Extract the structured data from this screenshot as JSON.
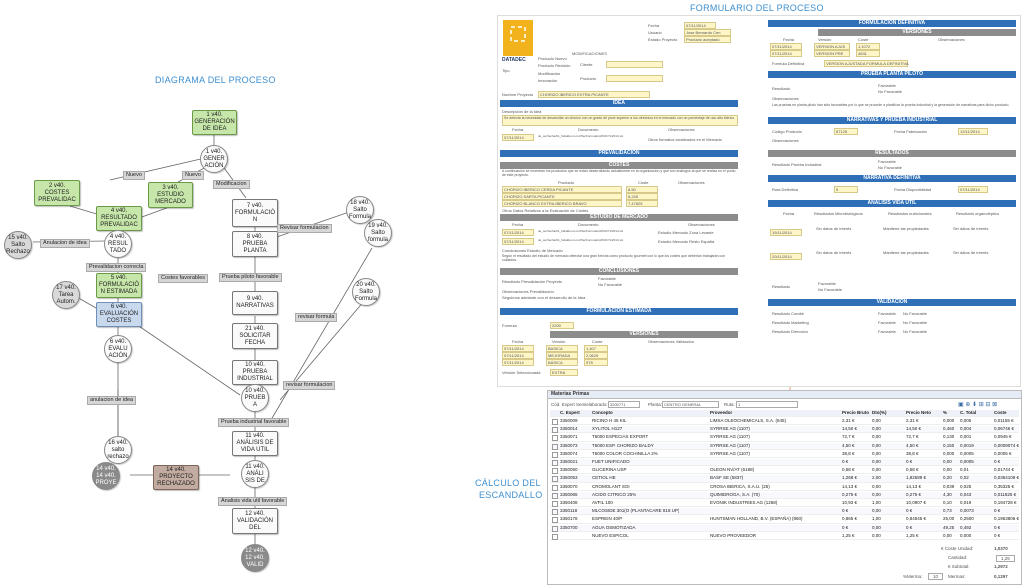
{
  "titles": {
    "diagram": "DIAGRAMA DEL PROCESO",
    "form": "FORMULARIO DEL PROCESO",
    "escandallo_1": "CÁLCULO DEL",
    "escandallo_2": "ESCANDALLO"
  },
  "nodes": {
    "n1": "1 v40.\nGENERACIÓN\nDE IDEA",
    "n2": "2 v40.\nCOSTES\nPREVALIDAC",
    "n3": "3 v40.\nESTUDIO\nMERCADO",
    "n4": "4 v40.\nRESULTADO\nPREVALIDAC",
    "n4b": "4 v40.\nRESUL\nTADO",
    "n5": "5 v40.\nFORMULACIÓ\nN ESTIMADA",
    "n6": "6 v40.\nEVALUACIÓN\nCOSTES",
    "n6b": "6 v40.\nEVALU\nACIÓN",
    "n7": "7 v40.\nFORMULACIÓ\nN",
    "n8": "8 v40.\nPRUEBA\nPLANTA",
    "n9": "9 v40.\nNARRATIVAS",
    "n10": "10 v40.\nPRUEBA\nINDUSTRIAL",
    "n10b": "10 v40.\nPRUEB\nA",
    "n11": "11 v40.\nANÁLISIS DE\nVIDA UTIL",
    "n11b": "11 v40.\nANÁLI\nSIS DE",
    "n12": "12 v40.\nVALIDACIÓN\nDEL",
    "n12b": "12 v40.\n12 v40.\nVALID",
    "n14": "14 v40.\nPROYECTO\nRECHAZADO",
    "n14b": "14 v40.\n14 v40.\nPROYE",
    "n15": "15 v40.\nSalto\nRechazo",
    "n16": "16 v40.\nsalto\nrechazo",
    "n17": "17 v40.\nTarea\nAutom.",
    "n18": "18 v40.\nSalto\nFormula",
    "n19": "19 v40.\nSalto\nformula",
    "n20": "20 v40.\nSalto\nFormula",
    "n21": "21 v40.\nSOLICITAR\nFECHA",
    "n1b": "1 v40.\nGENER\nACIÓN"
  },
  "edges": {
    "nuevo1": "Nuevo",
    "nuevo2": "Nuevo",
    "modif": "Modificacion",
    "anul_idea": "Anulacion de idea",
    "prevalid": "Prevalidacion correcta",
    "costes_fav": "Costes favorables",
    "piloto_fav": "Prueba piloto favorable",
    "revisar_form": "Revisar formulacion",
    "revisar_form2": "revisar formula",
    "revisar_form3": "revisar formulacion",
    "prueba_ind": "Prueba industrial favorable",
    "anul_idea2": "anulacion de idea",
    "analisis_vida": "Analisis vida util favorable"
  },
  "form": {
    "logo": "DATADEC",
    "logo_sub": "SOLUCIONES GLOBALES",
    "fecha_label": "Fecha",
    "fecha_val": "07/11/2014",
    "usuario_label": "Usuario",
    "usuario_val": "Jose Bernardo Cen",
    "estado_label": "Estado Proyecto",
    "estado_val": "Producto aceptado",
    "tipo_label": "Tipo",
    "tipo_opts": [
      "Producto Nuevo",
      "Producto Revisión",
      "Modificación",
      "Innovación"
    ],
    "modif_label": "MODIFICACIONES",
    "cliente_label": "Cliente",
    "producto_label": "Producto",
    "nombre_label": "Nombre Proyecto",
    "nombre_val": "CHORIZO IBERICO EXTRA PICANTE",
    "idea_bar": "IDEA",
    "desc_label": "Descripción de la idea",
    "desc_val": "Se detecta la necesidad de desarrollar un chorizo con un grado de picor superior a los ofrecidos en el mercado con un porcentaje de uso alto ibérico.",
    "fecha_col": "Fecha",
    "documento_col": "Documento",
    "observ_col": "Observaciones",
    "idea_row_date": "07/11/2014",
    "idea_row_doc": "de_ser/fecha/01_hidalden.is.is.RSe/Formulario/PAS/71/2014.xls",
    "idea_row_obs": "Otros formatos localizados en el Mercado",
    "prevalid_bar": "PREVALIDACIÓN",
    "costes_bar": "COSTES",
    "costes_desc": "A continuación se muestran los productos que se están desarrollando actualmente en la organización y que son análogos al que se realiza en el punto de este proyecto.",
    "producto_col": "Producto",
    "coste_col": "Coste",
    "costes_rows": [
      [
        "CHORIZO IBERICO CERDA PICANTE",
        "8,50"
      ],
      [
        "CHORIZO SARTA PICANTE",
        "6,245"
      ],
      [
        "CHORIZO BLANCO EXTRA IBERICO BRAVO",
        "7,47825"
      ]
    ],
    "costes_obs": "Otros Datos Relativos a la Evaluación de Costes",
    "estudio_bar": "ESTUDIO DE MERCADO",
    "estudio_rows": [
      [
        "07/11/2014",
        "de_ser/fecha/01_hidalden.is.is.RSe/Formulario/PAS/71/2014.xls",
        "Estudio Mercado Zona Levante"
      ],
      [
        "07/11/2014",
        "de_ser/fecha/01_hidalden.is.is.RSe/Formulario/PAS/71/2014.xls",
        "Estudio Mercado Resto España"
      ]
    ],
    "concl_label": "Conclusiones Estudio de Mercado",
    "concl_val": "Según el resultado del estudio de mercado detectar una gran brecha como producto gourmet con lo que los costes que deberían trabajarán con cuidados.",
    "conclusiones_bar": "CONCLUSIONES",
    "resultado_prev": "Resultado Prevalidación Proyecto",
    "favorable": "Favorable",
    "nofavorable": "No Favorable",
    "observ_prev": "Observaciones Prevalidación",
    "observ_prev_val": "Seguimos adelante con el desarrollo de la Idea",
    "form_est_bar": "FORMULACIÓN ESTIMADA",
    "formula_label": "Formula",
    "formula_val": "2200",
    "versiones_bar": "VERSIONES",
    "version_col": "Versión",
    "observ_valid_col": "Observaciones Validación",
    "versiones_rows": [
      [
        "07/11/2014",
        "BASICA",
        "1,407"
      ],
      [
        "07/11/2014",
        "MEJORADA",
        "2,0625"
      ],
      [
        "07/11/2014",
        "BÁSICA",
        "978"
      ]
    ],
    "version_sel_label": "Versión Seleccionada",
    "version_sel_val": "EXTRA",
    "form_def_bar": "FORMULACIÓN DEFINITIVA",
    "def_versions": [
      [
        "07/11/2014",
        "VERSION AJUS",
        "1,1072"
      ],
      [
        "07/11/2014",
        "VERSION PRE",
        "4631"
      ]
    ],
    "form_def_label": "Formula Definitiva",
    "form_def_val": "VERSION AJUSTADA FORMULA DEFINITIVA",
    "piloto_bar": "PRUEBA PLANTA PILOTO",
    "resultado_label": "Resultado",
    "piloto_obs": "Las pruebas en planta piloto han sido favorables por lo que se procede a planificar la prueba industrial y la generación de narrativas para dicho producto.",
    "narrativas_bar": "NARRATIVAS Y PRUEBA INDUSTRIAL",
    "codigo_label": "Código Producto",
    "codigo_val": "87125",
    "fecha_fab_label": "Fecha Fabricación",
    "fecha_fab_val": "12/11/2014",
    "resultados_bar": "RESULTADOS",
    "resultado_ind": "Resultado Prueba Industrial",
    "narr_def_bar": "NARRATIVA DEFINITIVA",
    "ruta_label": "Ruta Definitiva",
    "ruta_val": "5",
    "fecha_disp_label": "Fecha Disponibilidad",
    "fecha_disp_val": "07/11/2014",
    "vida_bar": "ANÁLISIS VIDA UTIL",
    "microb_col": "Resultados Microbiológicos",
    "nutri_col": "Resultados nutricionales",
    "organo_col": "Resultado organoléptico",
    "vida_rows": [
      [
        "19/11/2014",
        "Sin datos de interés",
        "Mantiene las propiedades",
        "Sin datos de interés"
      ],
      [
        "20/11/2014",
        "Sin datos de interés",
        "Mantiene las propiedades",
        "Sin datos de interés"
      ]
    ],
    "validacion_bar": "VALIDACIÓN",
    "valid_rows": [
      "Resultado Comité",
      "Resultado Marketing",
      "Resultado Dirección"
    ]
  },
  "escandallo": {
    "header": "Materias Primas",
    "cod_label": "Cód. Expert Semielaborado:",
    "cod_val": "3200771",
    "planta_label": "Planta:",
    "planta_val": "CENTRO GENERAL",
    "ruta_label": "Ruta:",
    "ruta_val": "1",
    "columns": [
      "C. Expert",
      "Concepto",
      "Proveedor",
      "Precio Bruto",
      "Dto(%)",
      "Precio Neto",
      "%",
      "C. Total",
      "Coste"
    ],
    "rows": [
      [
        "3350009",
        "RICINO H 45 KIL",
        "LIMSA OLEOCHEMICALS, S.A. (645)",
        "2,31 €",
        "0,00",
        "2,31 €",
        "0,000",
        "0,005",
        "0,01155 €"
      ],
      [
        "3350014",
        "XYLITOL H127",
        "SYRRSE AG (1107)",
        "14,50 €",
        "0,00",
        "14,50 €",
        "0,460",
        "0,004",
        "0,06746 €"
      ],
      [
        "3350071",
        "T6000 ESPECIAS EXPORT",
        "SYRRSE AG (1107)",
        "72,7 €",
        "0,00",
        "72,7 €",
        "0,130",
        "0,001",
        "0,0945 €"
      ],
      [
        "3350073",
        "T6000 ESP. CHORIZO BALDY",
        "SYRRSE AG (1107)",
        "4,50 €",
        "0,00",
        "4,50 €",
        "0,150",
        "0,0019",
        "0,0009074 €"
      ],
      [
        "3350074",
        "T6000 COLOR COCHINILLA 2%",
        "SYRRSE AG (1107)",
        "38,8 €",
        "0,00",
        "38,8 €",
        "0,000",
        "0,0005",
        "0,0005 €"
      ],
      [
        "3350021",
        "FUET UNIFICADO",
        "",
        "0 €",
        "0,00",
        "0 €",
        "0,00",
        "0,0005",
        "0 €"
      ],
      [
        "3350050",
        "GLICERINA USP",
        "OLEON NV/AT (6188)",
        "0,58 €",
        "0,00",
        "0,58 €",
        "0,00",
        "0,01",
        "0,01744 €"
      ],
      [
        "3350053",
        "CETIOL HE",
        "BASF SE (5837)",
        "1,268 €",
        "2,00",
        "1,82589 €",
        "0,20",
        "0,02",
        "0,0364109 €"
      ],
      [
        "3350070",
        "CROMOLANT SOI",
        "CROSA IBERICA, S.A.U. (25)",
        "14,13 €",
        "0,00",
        "14,13 €",
        "0,039",
        "0,025",
        "0,35325 €"
      ],
      [
        "3350065",
        "ACIDO CITRICO 25%",
        "QUIMIDROGA, S.A. (70)",
        "0,275 €",
        "0,00",
        "0,275 €",
        "4,30",
        "0,043",
        "0,011825 €"
      ],
      [
        "3350408",
        "AVFIL 100",
        "EVONIK INDUSTRIES AG (1268)",
        "10,93 €",
        "1,00",
        "10,0907 €",
        "0,10",
        "0,019",
        "0,194728 €"
      ],
      [
        "3350118",
        "MLCOSIDE 301(O (PLANTACARE 818 UP)",
        "",
        "0 €",
        "0,00",
        "0 €",
        "0,73",
        "0,0073",
        "0 €"
      ],
      [
        "3350178",
        "ESPREIN 40/P",
        "HUNTSMAN HOLLAND, B.V. (ESPAÑA) (860)",
        "0,865 €",
        "1,00",
        "0,84545 €",
        "25,00",
        "0,2500",
        "0,1963806 €"
      ],
      [
        "3350700",
        "AGUA OSMOTIZADA",
        "",
        "0 €",
        "0,00",
        "0 €",
        "49,25",
        "0,492",
        "0 €"
      ],
      [
        "",
        "NUEVO ESPICOL",
        "NUEVO PROVEEDOR",
        "1,25 €",
        "0,00",
        "1,25 €",
        "0,00",
        "0,000",
        "0 €"
      ]
    ],
    "coste_unidad_label": "€ Coste Unidad:",
    "coste_unidad_val": "1,0370",
    "cantidad_label": "Cantidad:",
    "cantidad_val": "1,25",
    "subtotal_label": "€ Subtotal:",
    "subtotal_val": "1,2972",
    "mermas_label": "Mermas:",
    "mermas_val": "0,1297",
    "sumerma_label": "%Merma:",
    "sumerma_val": "10"
  }
}
